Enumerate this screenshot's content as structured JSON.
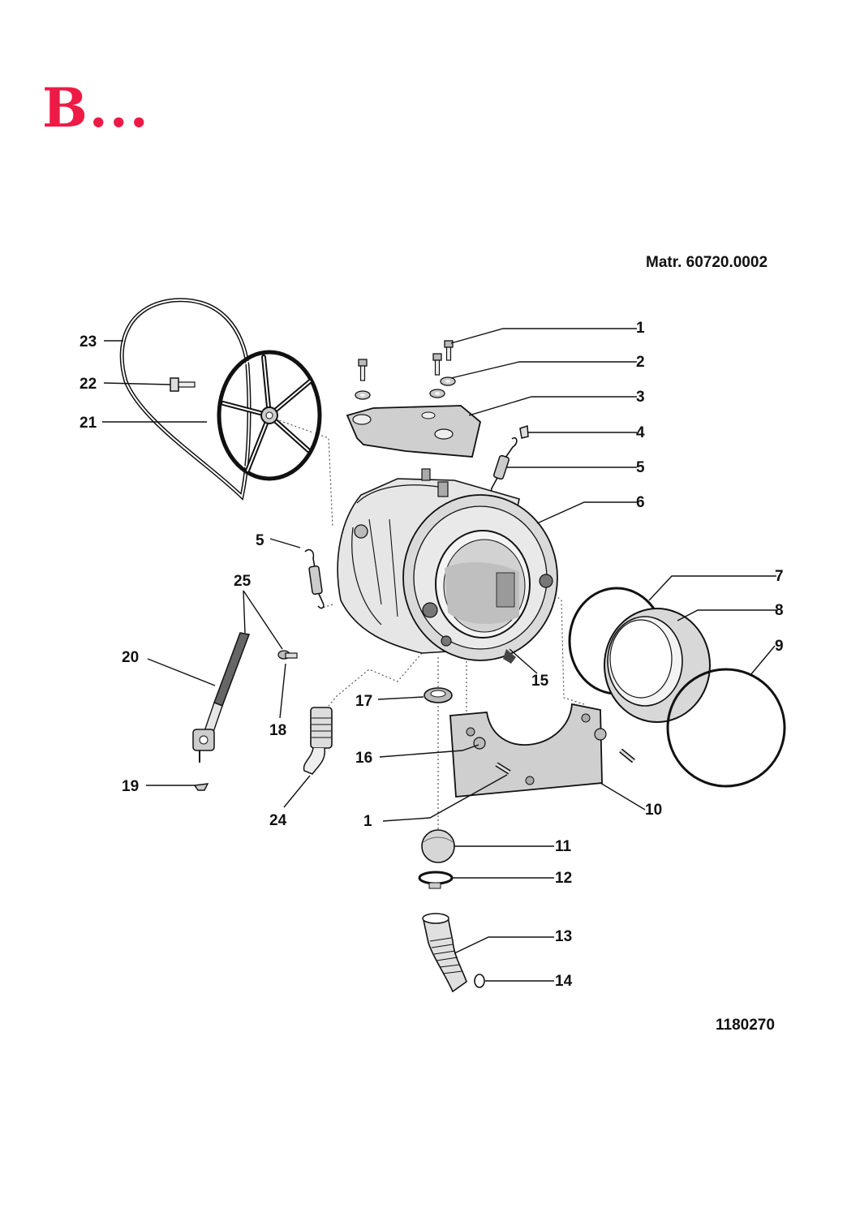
{
  "heading": "B...",
  "material_ref": "Matr. 60720.0002",
  "doc_number": "1180270",
  "accent_color": "#ee1a46",
  "callouts": [
    {
      "id": "c1a",
      "text": "1"
    },
    {
      "id": "c2",
      "text": "2"
    },
    {
      "id": "c3",
      "text": "3"
    },
    {
      "id": "c4",
      "text": "4"
    },
    {
      "id": "c5a",
      "text": "5"
    },
    {
      "id": "c6",
      "text": "6"
    },
    {
      "id": "c7",
      "text": "7"
    },
    {
      "id": "c8",
      "text": "8"
    },
    {
      "id": "c9",
      "text": "9"
    },
    {
      "id": "c10",
      "text": "10"
    },
    {
      "id": "c11",
      "text": "11"
    },
    {
      "id": "c12",
      "text": "12"
    },
    {
      "id": "c13",
      "text": "13"
    },
    {
      "id": "c14",
      "text": "14"
    },
    {
      "id": "c15",
      "text": "15"
    },
    {
      "id": "c16",
      "text": "16"
    },
    {
      "id": "c1b",
      "text": "1"
    },
    {
      "id": "c17",
      "text": "17"
    },
    {
      "id": "c18",
      "text": "18"
    },
    {
      "id": "c19",
      "text": "19"
    },
    {
      "id": "c20",
      "text": "20"
    },
    {
      "id": "c21",
      "text": "21"
    },
    {
      "id": "c22",
      "text": "22"
    },
    {
      "id": "c23",
      "text": "23"
    },
    {
      "id": "c24",
      "text": "24"
    },
    {
      "id": "c25",
      "text": "25"
    },
    {
      "id": "c5b",
      "text": "5"
    }
  ]
}
